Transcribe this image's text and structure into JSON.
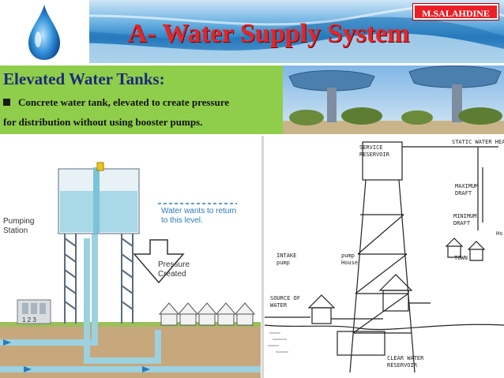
{
  "header": {
    "title": "A- Water Supply System",
    "author_badge": "M.SALAHDINE"
  },
  "section": {
    "heading": "Elevated Water Tanks:",
    "bullet_line": "Concrete water tank, elevated to create pressure",
    "bullet_continuation": "for distribution without using booster pumps."
  },
  "diagram_left": {
    "pumping_station": "Pumping\nStation",
    "pump_numbers": "1 2 3",
    "water_note": "Water wants to return\nto this level.",
    "pressure_created": "Pressure\nCreated"
  },
  "diagram_right": {
    "service_reservoir": "SERVICE\nRESERVOIR",
    "static_water_head": "STATIC WATER HEAD",
    "maximum_draft": "MAXIMUM\nDRAFT",
    "minimum_draft": "MINIMUM\nDRAFT",
    "hs": "Hs",
    "intake_pump": "INTAKE\npump",
    "pump_house": "pump\nHouse",
    "town": "TOWN",
    "source_of_water": "SOURCE OF\nWATER",
    "clear_water_reservoir": "CLEAR WATER\nRESERVOIR"
  },
  "colors": {
    "title_red": "#e0282a",
    "heading_blue": "#1c2a7a",
    "green_panel": "#8fce4a",
    "badge_red": "#ea1f27"
  }
}
